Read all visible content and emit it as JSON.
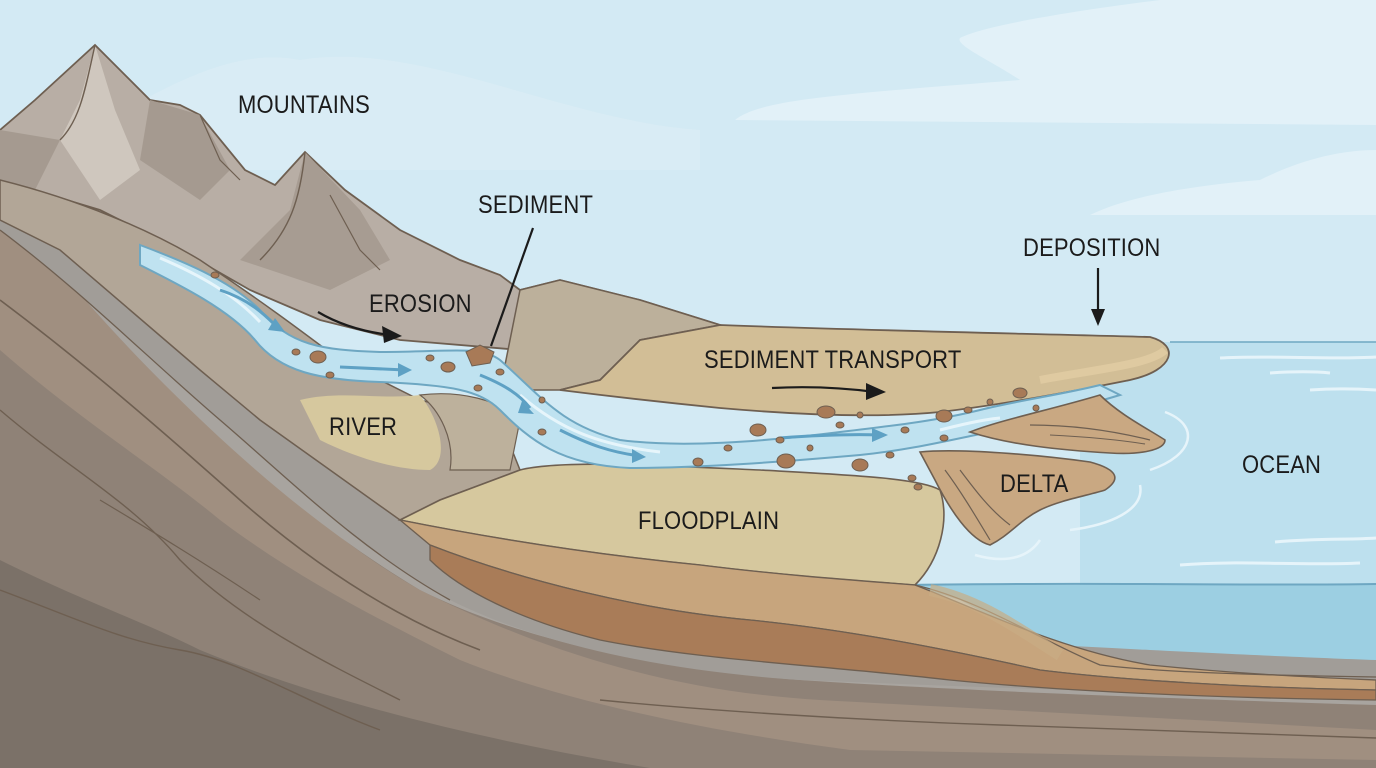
{
  "diagram": {
    "type": "landscape-cross-section",
    "subject": "River sediment cycle from mountains to ocean",
    "labels": {
      "mountains": "MOUNTAINS",
      "sediment": "SEDIMENT",
      "erosion": "EROSION",
      "river": "RIVER",
      "sediment_transport": "SEDIMENT TRANSPORT",
      "deposition": "DEPOSITION",
      "floodplain": "FLOODPLAIN",
      "delta": "DELTA",
      "ocean": "OCEAN"
    },
    "arrows": [
      {
        "name": "erosion-arrow",
        "direction": "right-down",
        "near": "EROSION"
      },
      {
        "name": "sediment-transport-arrow",
        "direction": "right",
        "near": "SEDIMENT TRANSPORT"
      },
      {
        "name": "deposition-arrow",
        "direction": "down",
        "near": "DEPOSITION"
      },
      {
        "name": "sediment-pointer-line",
        "direction": "down-left",
        "near": "SEDIMENT"
      }
    ],
    "colors": {
      "sky": "#d3eaf4",
      "sky_cloud": "#e4f2f8",
      "mountain": "#b5aba2",
      "mountain_shadow": "#9e948b",
      "hill": "#bcb09b",
      "floodplain": "#d6c89e",
      "sand": "#c9ad84",
      "strata_light": "#c39c72",
      "strata_mid": "#a97c58",
      "rock_gray": "#a7a39d",
      "rock_dark": "#7f756c",
      "river": "#bfe2f0",
      "river_edge": "#6ea7c2",
      "ocean": "#bde0ee",
      "ocean_deep": "#9ccfe2",
      "flow_arrow": "#5ea1c4",
      "outline": "#6e5f51",
      "text": "#1b1b1b",
      "pebble": "#a87a57"
    }
  }
}
